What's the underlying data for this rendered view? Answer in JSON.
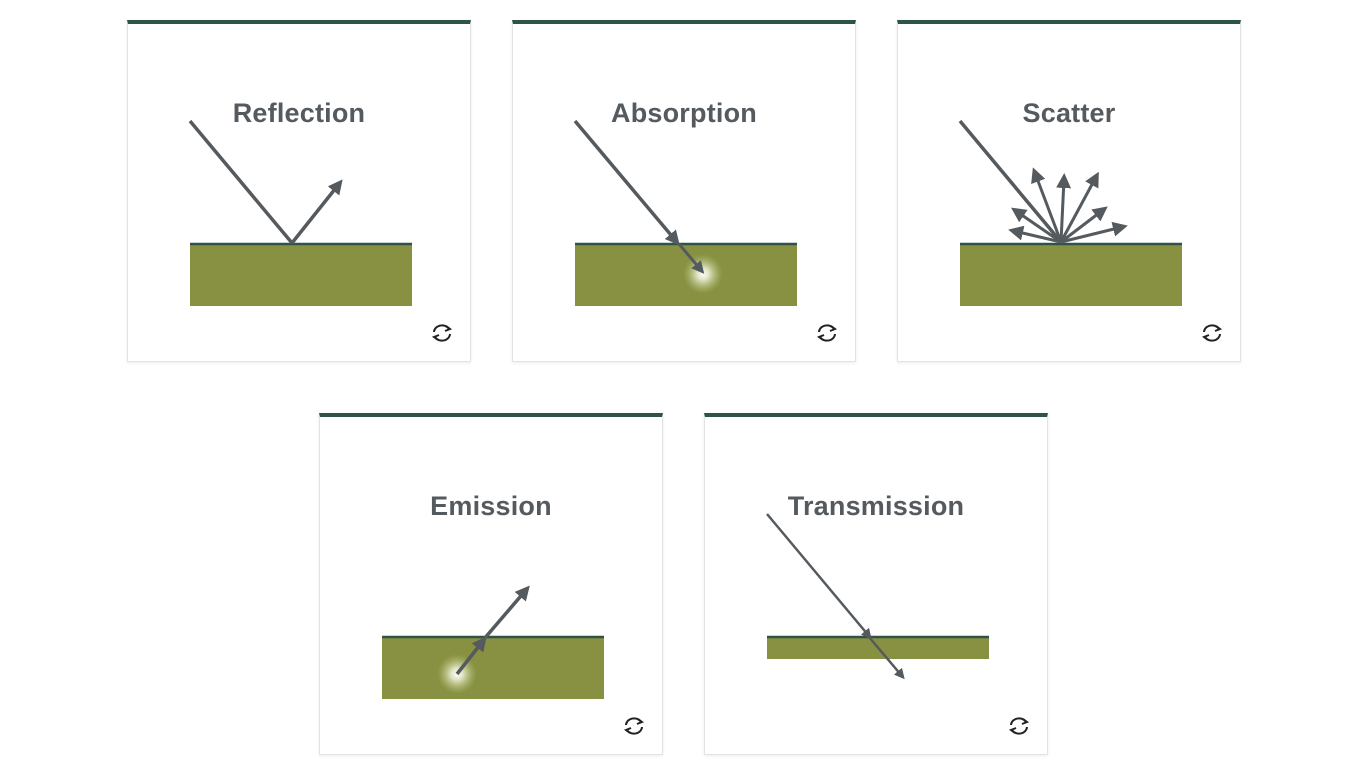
{
  "colors": {
    "accent_bar": "#2e5446",
    "surface": "#879141",
    "surface_edge": "#2f5447",
    "arrow": "#555a5f",
    "title": "#555a5f"
  },
  "cards": [
    {
      "id": "reflection",
      "title": "Reflection",
      "flip_icon": "refresh-icon"
    },
    {
      "id": "absorption",
      "title": "Absorption",
      "flip_icon": "refresh-icon"
    },
    {
      "id": "scatter",
      "title": "Scatter",
      "flip_icon": "refresh-icon"
    },
    {
      "id": "emission",
      "title": "Emission",
      "flip_icon": "refresh-icon"
    },
    {
      "id": "transmission",
      "title": "Transmission",
      "flip_icon": "refresh-icon"
    }
  ]
}
